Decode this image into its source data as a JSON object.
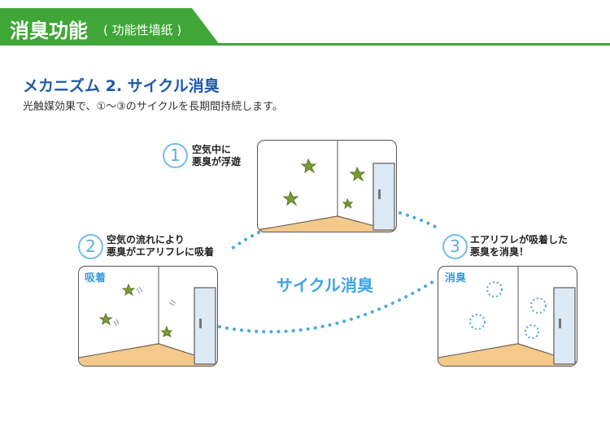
{
  "header": {
    "title": "消臭功能",
    "subtitle": "( 功能性墙纸 )"
  },
  "mechanism": {
    "title": "メカニズム 2. サイクル消臭",
    "description": "光触媒効果で、①～③のサイクルを長期間持続します。"
  },
  "steps": [
    {
      "number": "1",
      "line1": "空気中に",
      "line2": "悪臭が浮遊",
      "label": ""
    },
    {
      "number": "2",
      "line1": "空気の流れにより",
      "line2": "悪臭がエアリフレに吸着",
      "label": "吸着"
    },
    {
      "number": "3",
      "line1": "エアリフレが吸着した",
      "line2": "悪臭を消臭！",
      "label": "消臭"
    }
  ],
  "cycle_label": "サイクル消臭",
  "colors": {
    "accent_green": "#3fa637",
    "title_blue": "#1e5aa8",
    "dot_blue": "#4aa8e0",
    "floor": "#f5c98a"
  }
}
